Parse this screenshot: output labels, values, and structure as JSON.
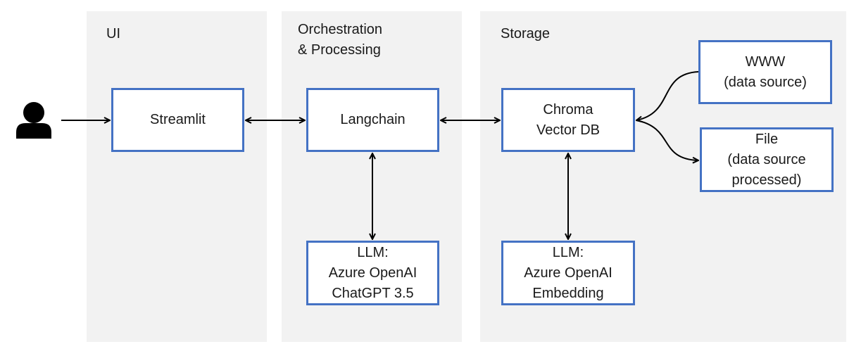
{
  "panels": {
    "ui": {
      "title": "UI"
    },
    "orchestration": {
      "title_lines": [
        "Orchestration",
        "& Processing"
      ]
    },
    "storage": {
      "title": "Storage"
    }
  },
  "nodes": {
    "user": {
      "icon": "user-icon"
    },
    "streamlit": {
      "label": "Streamlit"
    },
    "langchain": {
      "label": "Langchain"
    },
    "chroma": {
      "lines": [
        "Chroma",
        "Vector DB"
      ]
    },
    "llm_chat": {
      "lines": [
        "LLM:",
        "Azure OpenAI",
        "ChatGPT 3.5"
      ]
    },
    "llm_embed": {
      "lines": [
        "LLM:",
        "Azure OpenAI",
        "Embedding"
      ]
    },
    "www": {
      "lines": [
        "WWW",
        "(data source)"
      ]
    },
    "file": {
      "lines": [
        "File",
        "(data source",
        "processed)"
      ]
    }
  },
  "colors": {
    "panel_bg": "#f2f2f2",
    "box_border": "#4472c4",
    "arrow": "#000000"
  }
}
